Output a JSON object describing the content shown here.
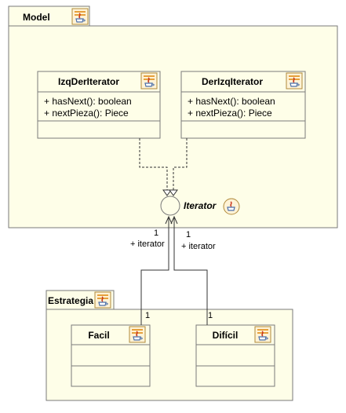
{
  "packages": {
    "model": {
      "name": "Model"
    },
    "strategy": {
      "name": "Estrategia"
    }
  },
  "classes": {
    "izq_der": {
      "name": "IzqDerIterator",
      "operations": [
        "+ hasNext(): boolean",
        "+ nextPieza(): Piece"
      ]
    },
    "der_izq": {
      "name": "DerIzqIterator",
      "operations": [
        "+ hasNext(): boolean",
        "+ nextPieza(): Piece"
      ]
    },
    "facil": {
      "name": "Facil"
    },
    "dificil": {
      "name": "Difícil"
    }
  },
  "interface": {
    "name": "Iterator"
  },
  "associations": {
    "left": {
      "iterator_mult": "1",
      "role": "+ iterator",
      "class_mult": "1"
    },
    "right": {
      "iterator_mult": "1",
      "role": "+ iterator",
      "class_mult": "1"
    }
  },
  "colors": {
    "fill": "#fefee8",
    "stroke": "#7a7a7a",
    "text": "#000000",
    "icon_red": "#c8331c",
    "icon_orange": "#e6a03c",
    "icon_blue": "#4a6ea8"
  },
  "icons": {
    "package": "java-package-icon",
    "class": "java-class-icon",
    "interface": "java-interface-icon"
  }
}
